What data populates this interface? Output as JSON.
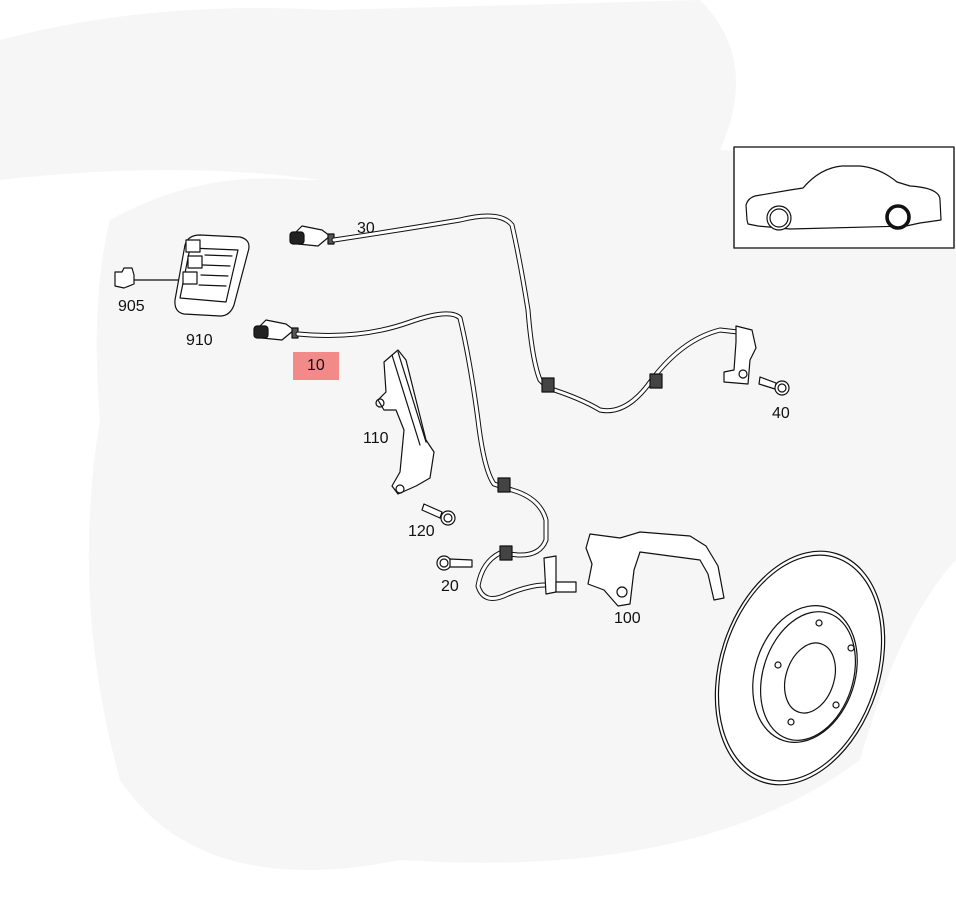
{
  "diagram": {
    "title": "Front wheel speed sensor cables",
    "highlight_color": "#f28a8a",
    "selected_part": "10",
    "parts": [
      {
        "id": "p10",
        "number": "10",
        "name": "wheel speed sensor cable (front)",
        "highlighted": true
      },
      {
        "id": "p20",
        "number": "20",
        "name": "bolt"
      },
      {
        "id": "p30",
        "number": "30",
        "name": "wheel speed sensor cable (rear)"
      },
      {
        "id": "p40",
        "number": "40",
        "name": "bolt"
      },
      {
        "id": "p100",
        "number": "100",
        "name": "brake cover plate"
      },
      {
        "id": "p110",
        "number": "110",
        "name": "cable bracket"
      },
      {
        "id": "p120",
        "number": "120",
        "name": "bolt"
      },
      {
        "id": "p905",
        "number": "905",
        "name": "plug connector"
      },
      {
        "id": "p910",
        "number": "910",
        "name": "connector housing"
      }
    ],
    "labels": {
      "l10": "10",
      "l20": "20",
      "l30": "30",
      "l40": "40",
      "l100": "100",
      "l110": "110",
      "l120": "120",
      "l905": "905",
      "l910": "910"
    },
    "locator": {
      "description": "vehicle side view locator",
      "highlighted_wheel": "rear"
    }
  }
}
